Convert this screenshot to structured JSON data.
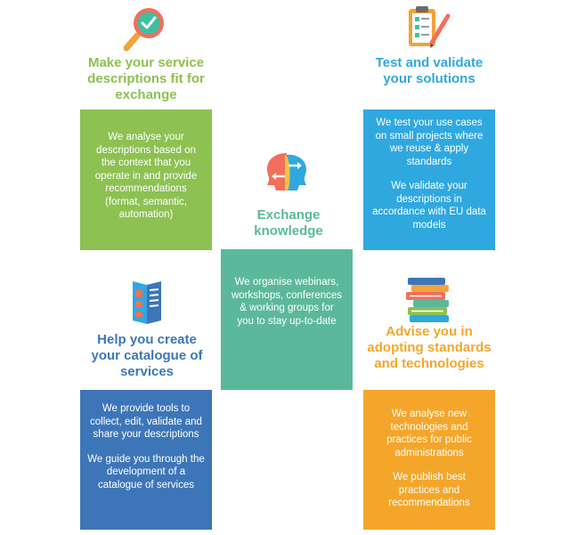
{
  "colors": {
    "green": "#8dc152",
    "blue": "#2fa8e0",
    "teal": "#5cb89b",
    "navy": "#3d76b8",
    "orange": "#f4a62a"
  },
  "sections": {
    "service_descriptions": {
      "icon": "magnifier-checkmark-icon",
      "title": "Make your service descriptions fit for exchange",
      "body": "We analyse your descriptions based on the context that you operate in and provide recommendations (format, semantic, automation)"
    },
    "test_validate": {
      "icon": "clipboard-checklist-icon",
      "title": "Test and validate your solutions",
      "body1": "We test your use cases on small projects where we reuse & apply standards",
      "body2": "We validate your descriptions in accordance with EU data models"
    },
    "exchange_knowledge": {
      "icon": "two-heads-exchange-icon",
      "title": "Exchange knowledge",
      "body": "We organise webinars, workshops, conferences & working groups for you to stay up-to-date"
    },
    "catalogue": {
      "icon": "brochure-icon",
      "title": "Help you create your catalogue of services",
      "body1": "We provide tools to collect, edit, validate and share your descriptions",
      "body2": "We guide you through the development of a catalogue of services"
    },
    "advise": {
      "icon": "stack-of-books-icon",
      "title": "Advise you in adopting standards and technologies",
      "body1": "We analyse new technologies and practices for public administrations",
      "body2": "We publish best practices and recommendations"
    }
  }
}
